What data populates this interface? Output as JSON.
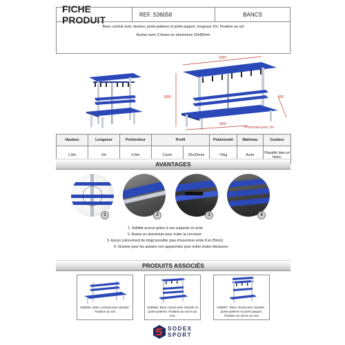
{
  "header": {
    "title": "FICHE PRODUIT",
    "ref": "REF. S36058",
    "category": "BANCS"
  },
  "description": {
    "line1": "Banc central avec dossier, porte-patères et porte paquet, longueur 2m. Fixation au sol",
    "line2": "Assise avec 3 lisses en aluminium 20x80mm"
  },
  "dimensions": {
    "length": "2000",
    "height": "1800",
    "depth": "800",
    "width": "1600",
    "note": "*Préconisé pour 2m"
  },
  "specs": {
    "headers": [
      "Hauteur",
      "Longueur",
      "Profondeur",
      "Profil",
      "Poids/unité",
      "Matériau",
      "Couleur"
    ],
    "row": [
      "1.8m",
      "2m",
      "0.8m",
      "Carré",
      "35x35mm",
      "70kg",
      "Acier",
      "Plastifié bleu et blanc"
    ]
  },
  "advantages": {
    "title": "AVANTAGES",
    "badges": [
      "1",
      "2",
      "3",
      "4"
    ],
    "items": [
      "1.  Solidité accrue grâce à ses supports en acier",
      "2.  Assise en aluminium pour éviter la corrosion",
      "3.  Aucun coincement de doigt possible (pas d'ouverture entre 8 et 25mm)",
      "4.  Visserie pour les assises non apparentes pour éviter toutes blessures"
    ]
  },
  "related": {
    "title": "PRODUITS ASSOCIÉS",
    "items": [
      {
        "caption": "S36054. Banc central avec dossier. Fixation au sol"
      },
      {
        "caption": "S36055. Banc mural avec dossier et porte-patères. Fixation au sol et au mur"
      },
      {
        "caption": "S36057. Banc mural avec dossier , porte-patères et porte paquet. Fixation au sol et au mur"
      }
    ]
  },
  "logo": {
    "line1": "SODEX",
    "line2": "SPORT"
  },
  "colors": {
    "blue": "#2a48b8",
    "metal": "#c8cdd6",
    "dim_red": "#c0392b",
    "logo_navy": "#1f2a5a"
  }
}
